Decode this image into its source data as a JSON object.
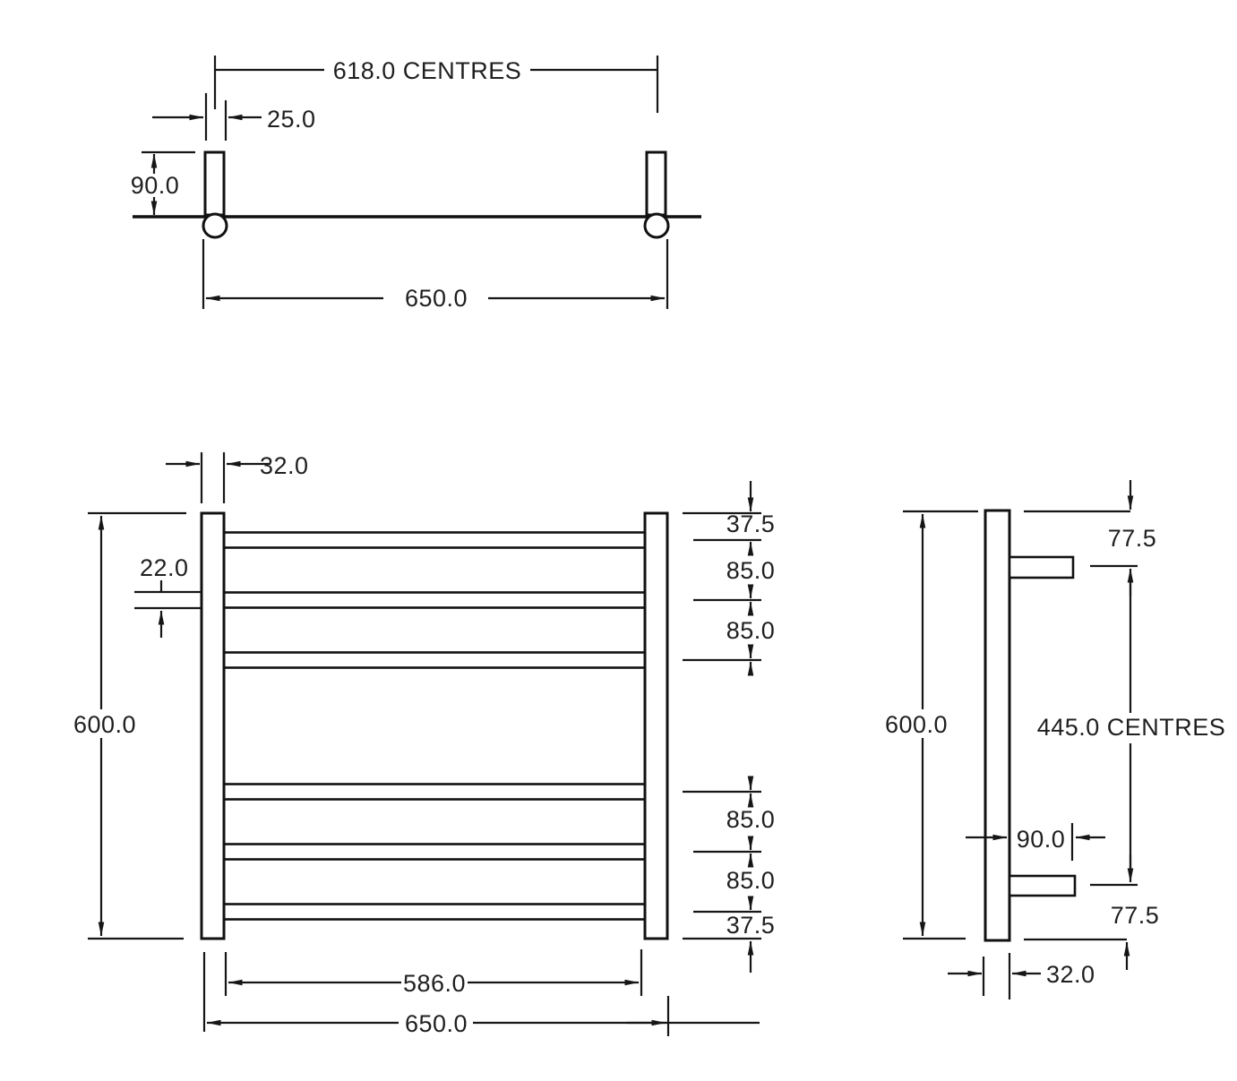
{
  "drawing": {
    "type": "technical-dimension-drawing",
    "unit_style": "millimetres-one-decimal"
  },
  "colors": {
    "background": "#ffffff",
    "line": "#111111",
    "text": "#1f1f1f"
  },
  "views": {
    "top": {
      "dim_centres": "618.0 CENTRES",
      "dim_bracket_width": "25.0",
      "dim_bracket_height": "90.0",
      "dim_overall_width": "650.0"
    },
    "front": {
      "dim_post_width": "32.0",
      "dim_tube_diameter": "22.0",
      "dim_overall_height": "600.0",
      "dim_spacing": [
        "37.5",
        "85.0",
        "85.0",
        "85.0",
        "85.0",
        "37.5"
      ],
      "dim_inner_width": "586.0",
      "dim_overall_width": "650.0"
    },
    "side": {
      "dim_overall_height": "600.0",
      "dim_top_offset": "77.5",
      "dim_bracket_centres": "445.0 CENTRES",
      "dim_bracket_depth": "90.0",
      "dim_bottom_offset": "77.5",
      "dim_post_depth": "32.0"
    }
  }
}
